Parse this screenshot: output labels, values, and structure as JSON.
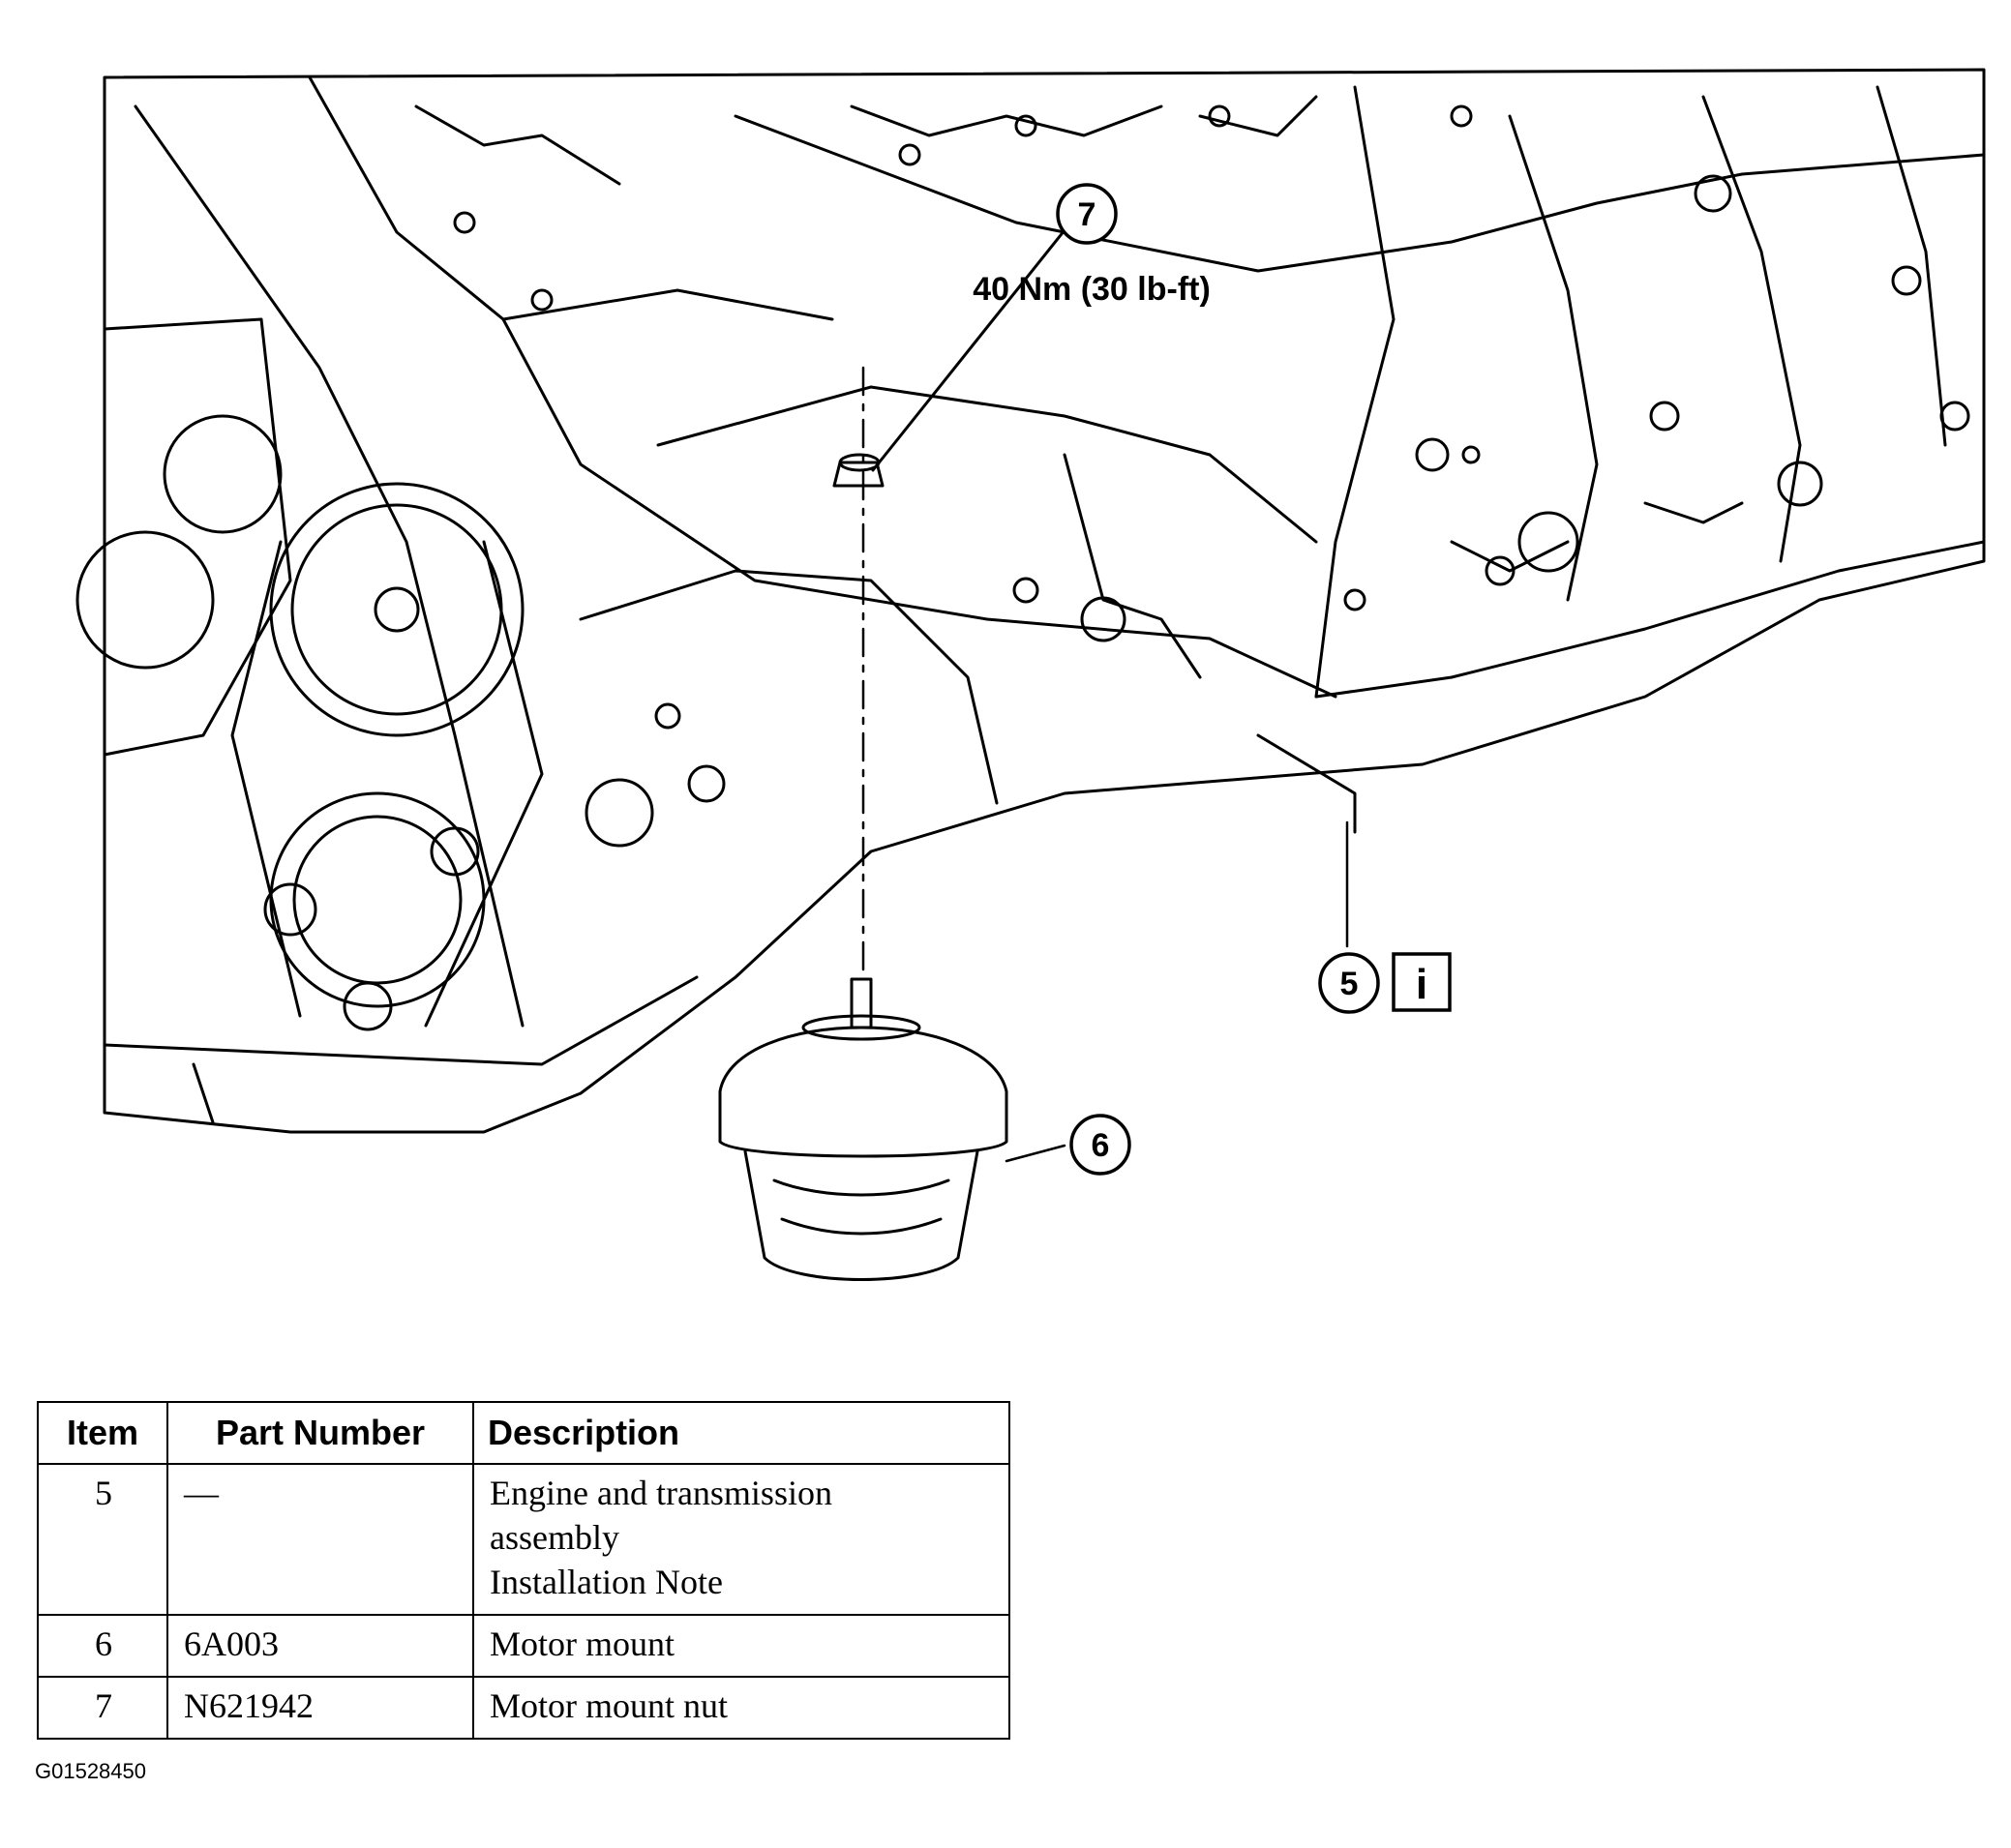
{
  "callouts": {
    "item_7": "7",
    "item_6": "6",
    "item_5": "5",
    "info_icon_letter": "i",
    "torque_spec": "40 Nm (30 lb-ft)"
  },
  "table": {
    "headers": {
      "item": "Item",
      "part_number": "Part Number",
      "description": "Description"
    },
    "rows": [
      {
        "item": "5",
        "part_number": "—",
        "description_lines": [
          "Engine and transmission",
          "assembly",
          "Installation Note"
        ]
      },
      {
        "item": "6",
        "part_number": "6A003",
        "description_lines": [
          "Motor mount"
        ]
      },
      {
        "item": "7",
        "part_number": "N621942",
        "description_lines": [
          "Motor mount nut"
        ]
      }
    ]
  },
  "figure_id": "G01528450"
}
